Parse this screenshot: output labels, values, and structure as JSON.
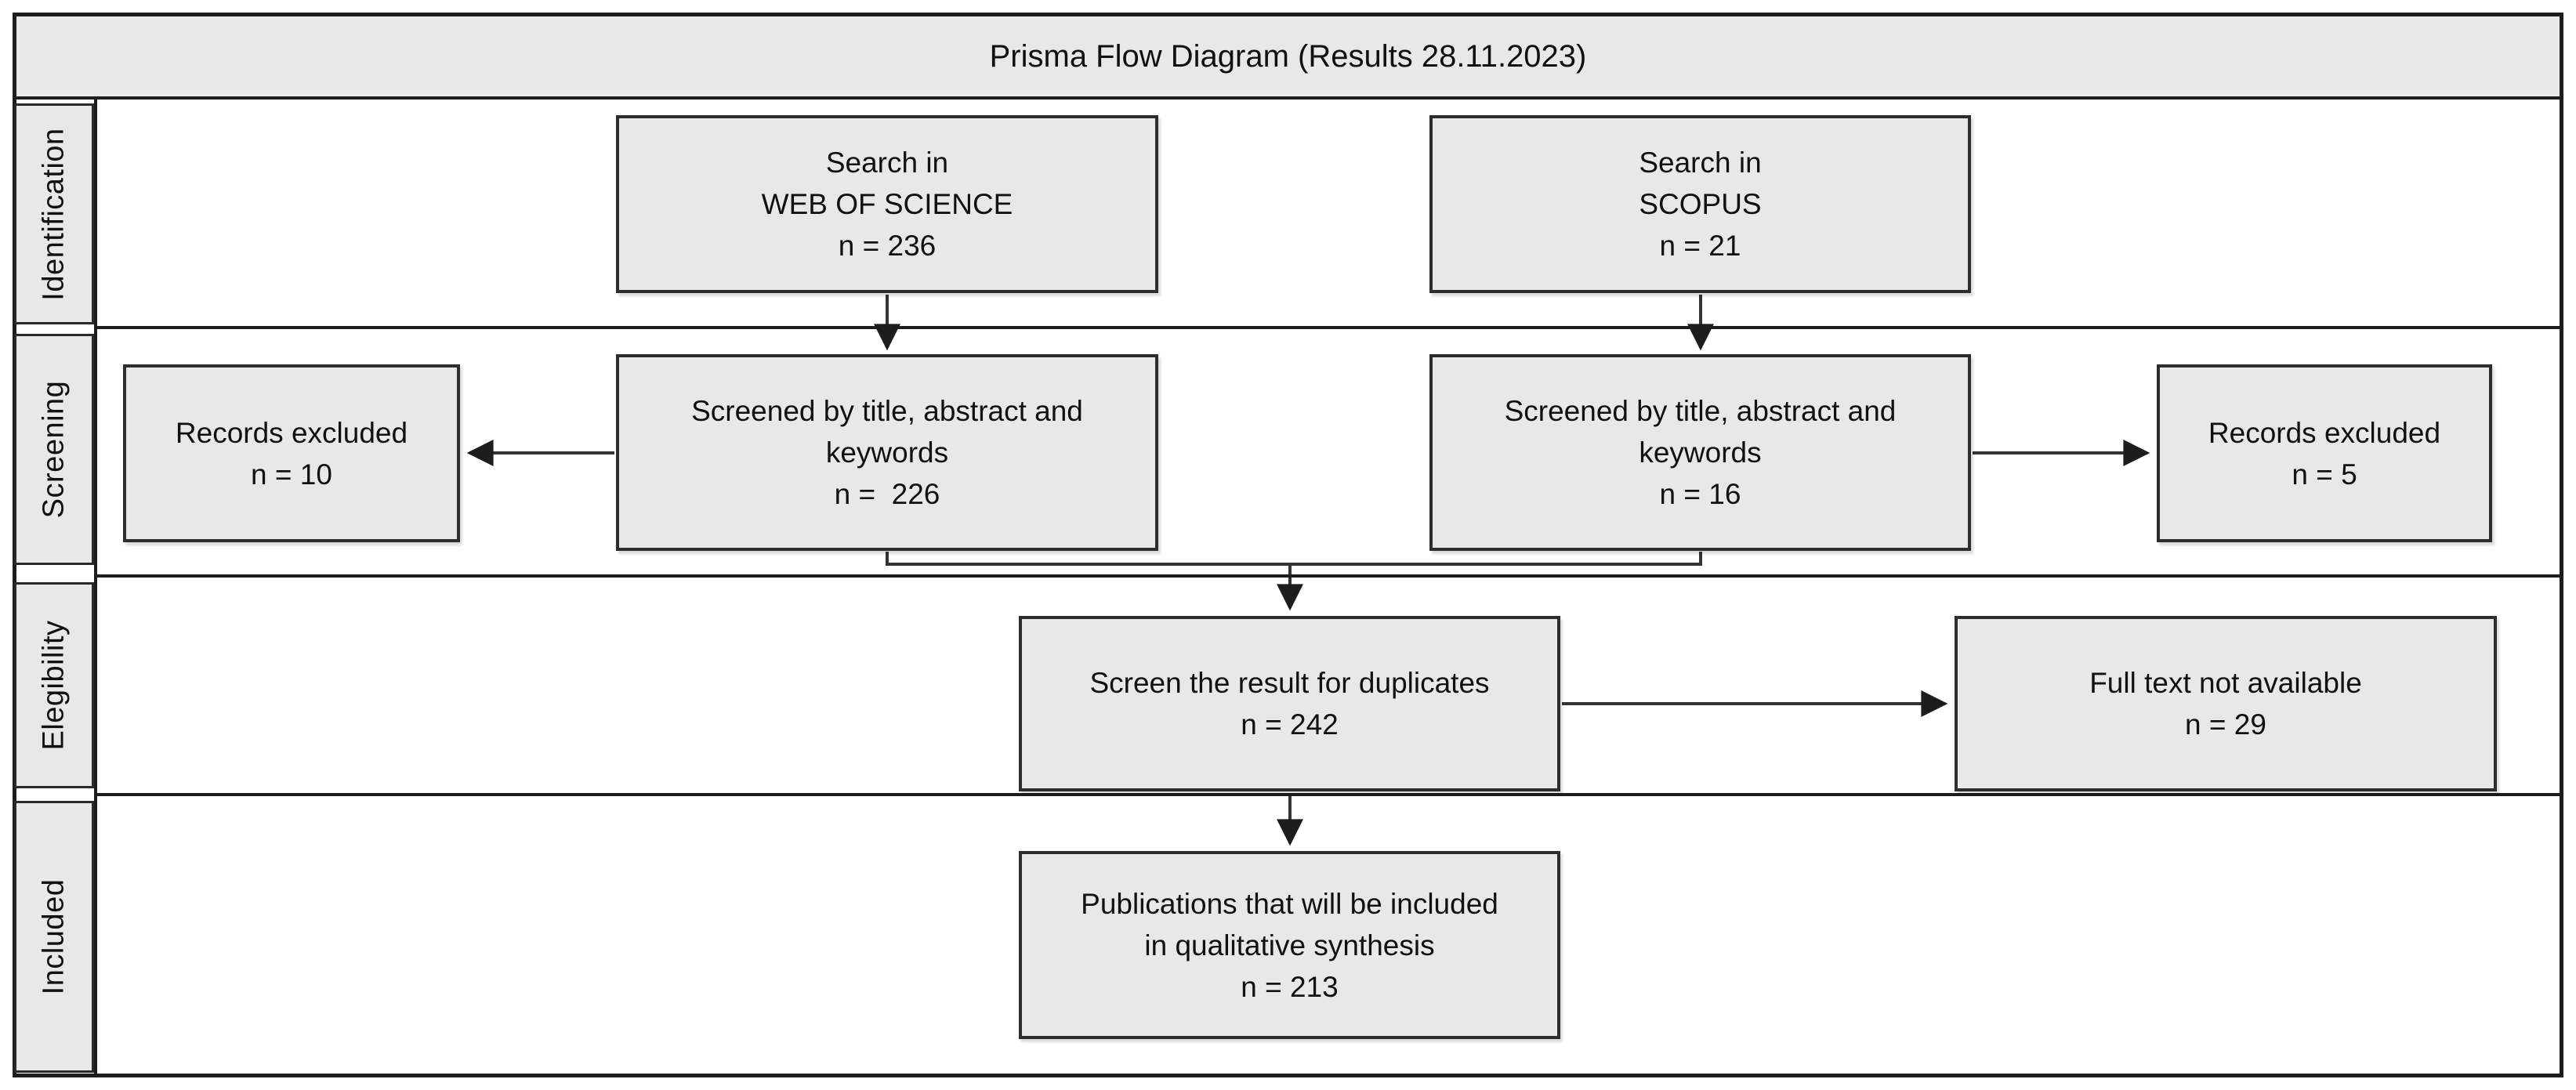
{
  "title": "Prisma Flow Diagram (Results 28.11.2023)",
  "sidebar": {
    "stages": [
      {
        "label": "Identification"
      },
      {
        "label": "Screening"
      },
      {
        "label": "Elegibility"
      },
      {
        "label": "Included"
      }
    ]
  },
  "boxes": {
    "wos_search": {
      "text": "Search in\nWEB OF SCIENCE\nn = 236"
    },
    "scopus_search": {
      "text": "Search in\nSCOPUS\nn = 21"
    },
    "excluded_wos": {
      "text": "Records excluded\nn = 10"
    },
    "screened_wos": {
      "text": "Screened by title, abstract and\nkeywords\nn =  226"
    },
    "screened_scopus": {
      "text": "Screened by title, abstract and\nkeywords\nn = 16"
    },
    "excluded_scopus": {
      "text": "Records excluded\nn = 5"
    },
    "duplicates": {
      "text": "Screen the result for duplicates\nn = 242"
    },
    "fulltext": {
      "text": "Full text not available\nn = 29"
    },
    "included": {
      "text": "Publications that will be included\nin qualitative synthesis\nn = 213"
    }
  },
  "colors": {
    "box_fill": "#e8e8e8",
    "line": "#1d1d1d",
    "connector": "#333333",
    "text": "#111111"
  }
}
